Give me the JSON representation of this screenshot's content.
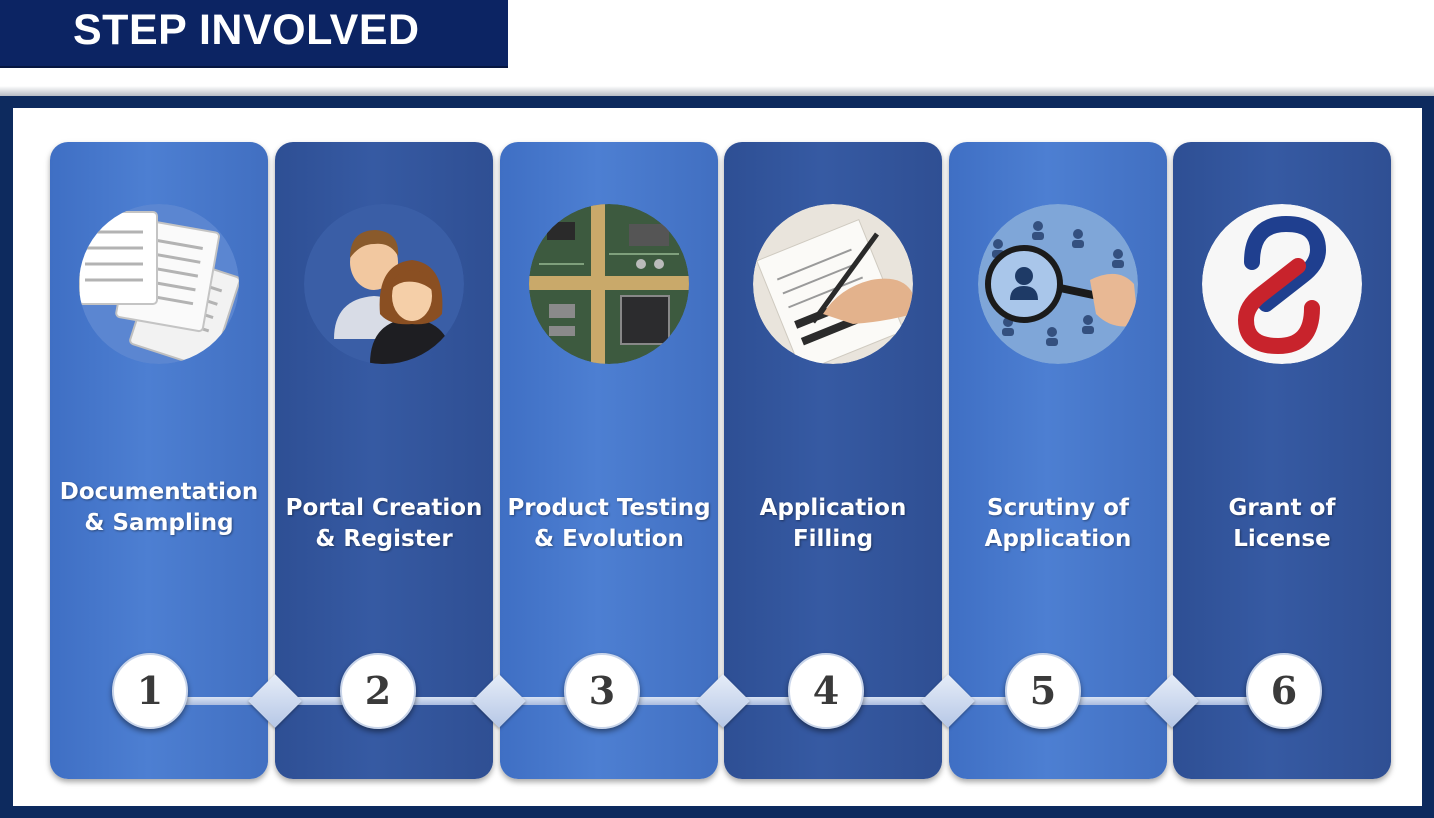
{
  "header": {
    "title": "STEP INVOLVED"
  },
  "steps": [
    {
      "number": "1",
      "line1": "Documentation",
      "line2": "& Sampling",
      "icon": "documents-icon"
    },
    {
      "number": "2",
      "line1": "Portal Creation",
      "line2": "& Register",
      "icon": "users-icon"
    },
    {
      "number": "3",
      "line1": "Product Testing",
      "line2": "& Evolution",
      "icon": "circuit-board-icon"
    },
    {
      "number": "4",
      "line1": "Application",
      "line2": "Filling",
      "icon": "signing-form-icon"
    },
    {
      "number": "5",
      "line1": "Scrutiny of",
      "line2": "Application",
      "icon": "magnifier-people-icon"
    },
    {
      "number": "6",
      "line1": "Grant of",
      "line2": "License",
      "icon": "license-logo-icon"
    }
  ],
  "colors": {
    "title_bg": "#0c2463",
    "frame": "#0d2a5e",
    "panel_light": "#4677c9",
    "panel_dark": "#33559c",
    "logo_blue": "#1f3f8f",
    "logo_red": "#c8232c"
  }
}
